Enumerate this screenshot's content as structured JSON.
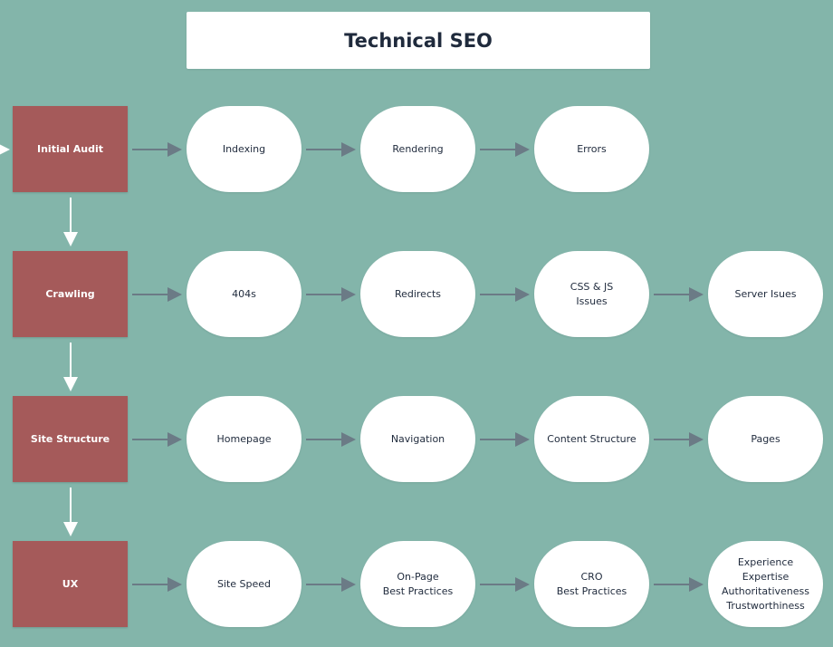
{
  "title": "Technical SEO",
  "colors": {
    "background": "#83b5aa",
    "category_fill": "#a55a5a",
    "node_fill": "#ffffff",
    "arrow_horizontal": "#6b7b86",
    "arrow_vertical": "#ffffff"
  },
  "rows": [
    {
      "category": "Initial Audit",
      "nodes": [
        "Indexing",
        "Rendering",
        "Errors"
      ]
    },
    {
      "category": "Crawling",
      "nodes": [
        "404s",
        "Redirects",
        "CSS & JS\nIssues",
        "Server Isues"
      ]
    },
    {
      "category": "Site Structure",
      "nodes": [
        "Homepage",
        "Navigation",
        "Content Structure",
        "Pages"
      ]
    },
    {
      "category": "UX",
      "nodes": [
        "Site Speed",
        "On-Page\nBest Practices",
        "CRO\nBest Practices",
        "Experience\nExpertise\nAuthoritativeness\nTrustworthiness"
      ]
    }
  ]
}
